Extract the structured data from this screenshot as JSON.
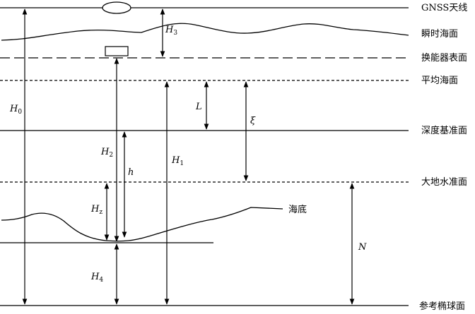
{
  "surfaces": {
    "gnss_antenna": "GNSS天线",
    "instant_sea_surface": "瞬时海面",
    "transducer_surface": "换能器表面",
    "mean_sea_level": "平均海面",
    "chart_datum": "深度基准面",
    "geoid": "大地水准面",
    "seabed": "海底",
    "reference_ellipsoid": "参考椭球面"
  },
  "symbols": {
    "H0": {
      "main": "H",
      "sub": "0"
    },
    "H1": {
      "main": "H",
      "sub": "1"
    },
    "H2": {
      "main": "H",
      "sub": "2"
    },
    "H3": {
      "main": "H",
      "sub": "3"
    },
    "H4": {
      "main": "H",
      "sub": "4"
    },
    "Hz": {
      "main": "H",
      "sub": "z"
    },
    "h": "h",
    "L": "L",
    "xi": "ξ",
    "N": "N"
  }
}
